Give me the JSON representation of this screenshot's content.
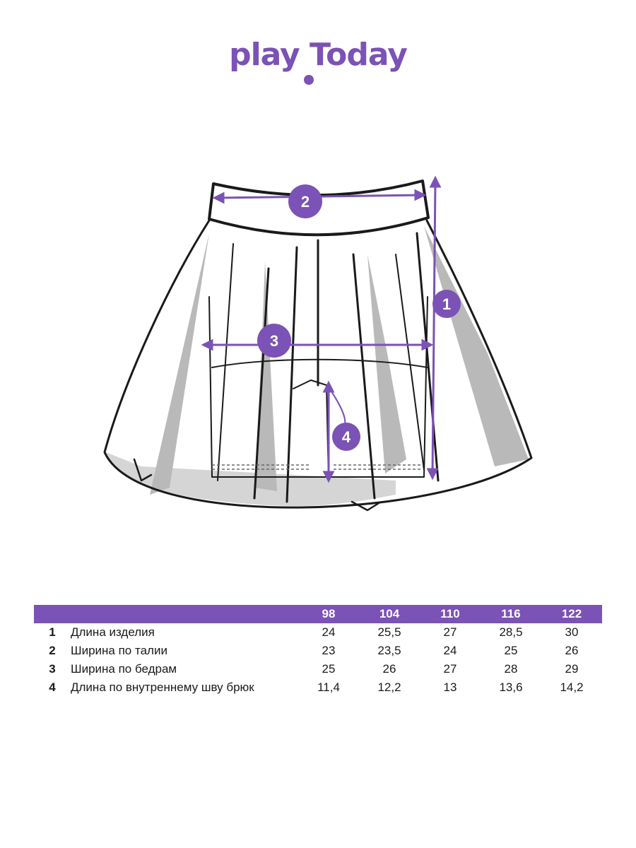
{
  "brand": {
    "logo_text": "play Today",
    "accent_color": "#7b52b5"
  },
  "badges": [
    "1",
    "2",
    "3",
    "4"
  ],
  "size_table": {
    "columns": [
      "98",
      "104",
      "110",
      "116",
      "122"
    ],
    "rows": [
      {
        "num": "1",
        "label": "Длина изделия",
        "values": [
          "24",
          "25,5",
          "27",
          "28,5",
          "30"
        ]
      },
      {
        "num": "2",
        "label": "Ширина по талии",
        "values": [
          "23",
          "23,5",
          "24",
          "25",
          "26"
        ]
      },
      {
        "num": "3",
        "label": "Ширина по бедрам",
        "values": [
          "25",
          "26",
          "27",
          "28",
          "29"
        ]
      },
      {
        "num": "4",
        "label": "Длина по внутреннему шву брюк",
        "values": [
          "11,4",
          "12,2",
          "13",
          "13,6",
          "14,2"
        ]
      }
    ]
  }
}
